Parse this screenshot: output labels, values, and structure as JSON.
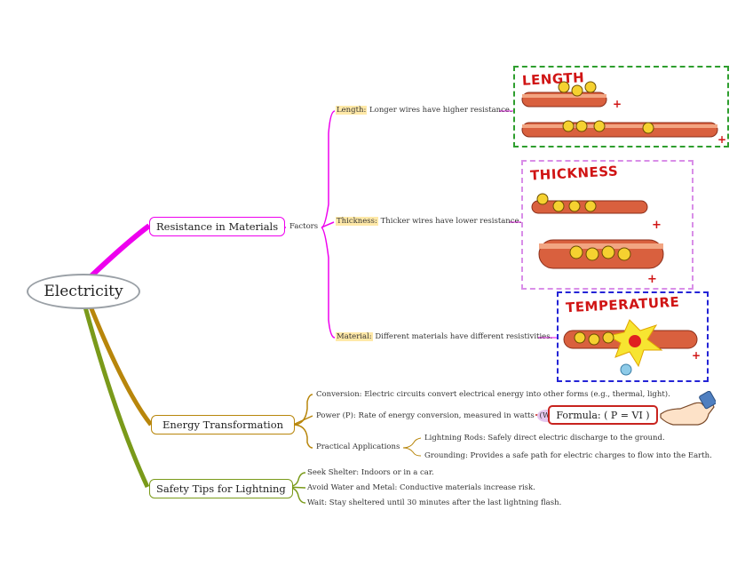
{
  "root": {
    "label": "Electricity"
  },
  "branches": {
    "resistance": {
      "label": "Resistance in Materials",
      "connector": "Factors",
      "color": "#ee00ee",
      "items": [
        {
          "key": "Length:",
          "text": " Longer wires have higher resistance."
        },
        {
          "key": "Thickness:",
          "text": " Thicker wires have lower resistance."
        },
        {
          "key": "Material:",
          "text": " Different materials have different resistivities."
        }
      ]
    },
    "energy": {
      "label": "Energy Transformation",
      "color": "#b8860b",
      "conversion": "Conversion: Electric circuits convert electrical energy into other forms (e.g., thermal, light).",
      "power_prefix": "Power (P): Rate of energy conversion, measured in watts ",
      "power_unit": "(W)",
      "power_suffix": ".",
      "practical": "Practical Applications",
      "practical_items": [
        "Lightning Rods: Safely direct electric discharge to the ground.",
        "Grounding: Provides a safe path for electric charges to flow into the Earth."
      ],
      "formula": "Formula: ( P = VI )"
    },
    "safety": {
      "label": "Safety Tips for Lightning",
      "color": "#7a9a1a",
      "items": [
        "Seek Shelter: Indoors or in a car.",
        "Avoid Water and Metal: Conductive materials increase risk.",
        "Wait: Stay sheltered until 30 minutes after the last lightning flash."
      ]
    }
  },
  "images": [
    {
      "title": "LENGTH",
      "border_color": "#2e9e2e"
    },
    {
      "title": "THICKNESS",
      "border_color": "#d98ee8"
    },
    {
      "title": "TEMPERATURE",
      "border_color": "#2424d6"
    }
  ],
  "colors": {
    "wire": "#d9603e",
    "wire_light": "#f2a582",
    "electron": "#f5d130",
    "plus": "#d01414"
  }
}
